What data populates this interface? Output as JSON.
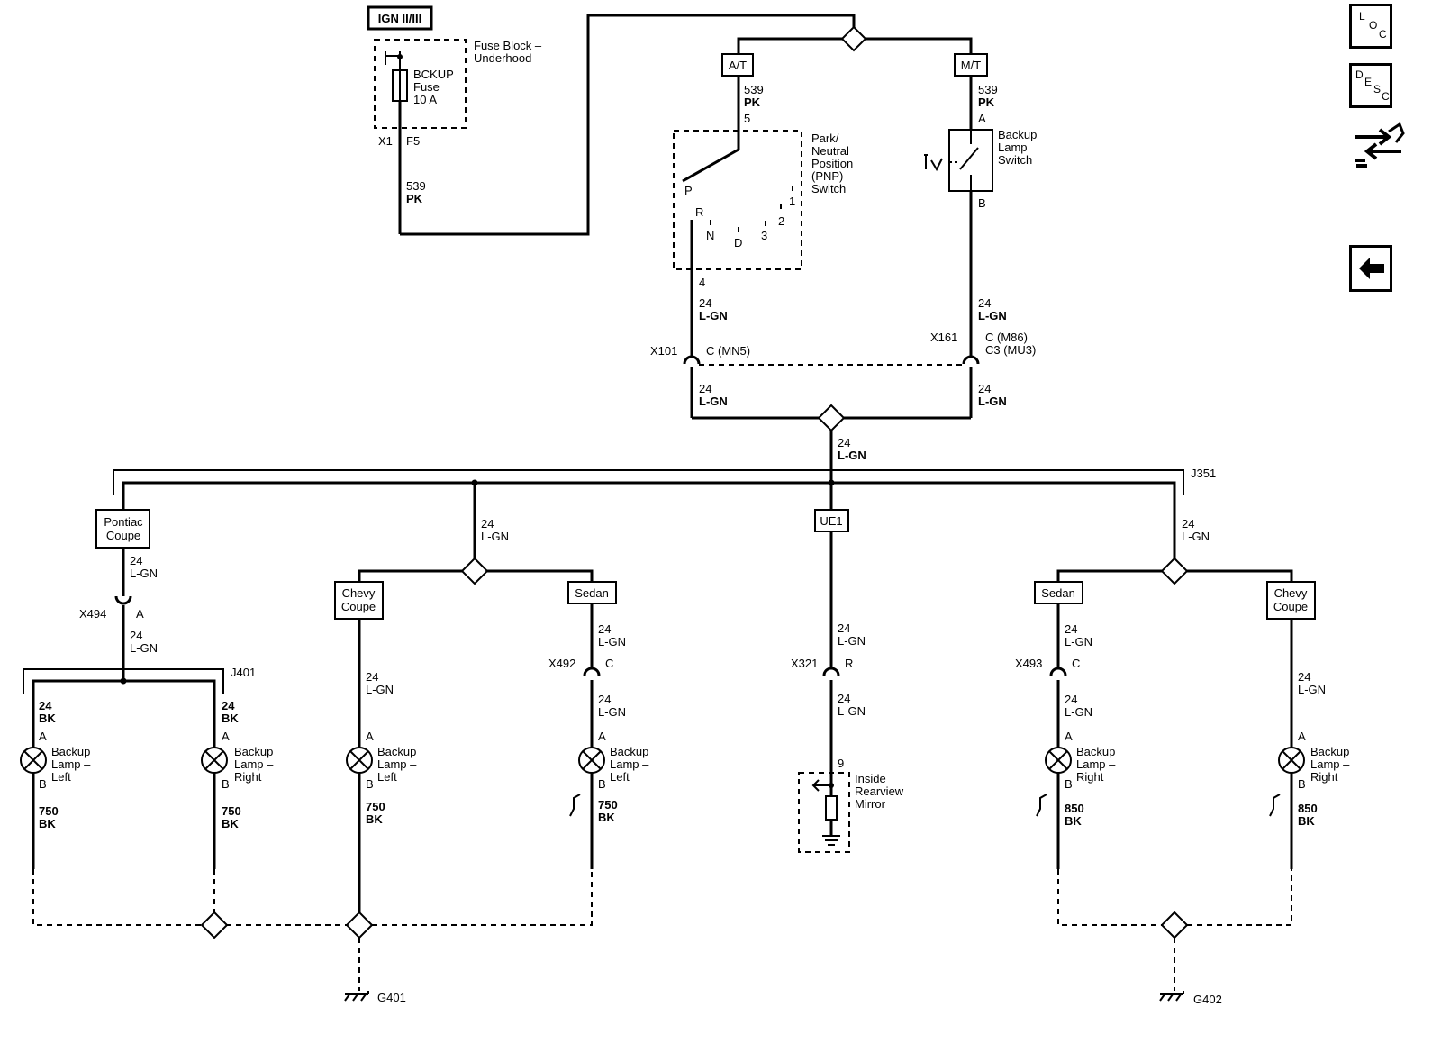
{
  "nav": {
    "loc": [
      "L",
      "O",
      "C"
    ],
    "desc": [
      "D",
      "E",
      "S",
      "C"
    ]
  },
  "power": {
    "ign": "IGN II/III",
    "fuse_block": [
      "Fuse Block –",
      "Underhood"
    ],
    "fuse": [
      "BCKUP",
      "Fuse",
      "10 A"
    ],
    "conn": "X1",
    "pin": "F5",
    "wire": [
      "539",
      "PK"
    ]
  },
  "at_branch": {
    "label": "A/T",
    "wire": [
      "539",
      "PK"
    ],
    "pin_top": "5",
    "switch_name": [
      "Park/",
      "Neutral",
      "Position",
      "(PNP)",
      "Switch"
    ],
    "positions": [
      "P",
      "R",
      "N",
      "D",
      "3",
      "2",
      "1"
    ],
    "pin_bottom": "4",
    "wire_after": [
      "24",
      "L-GN"
    ],
    "conn": "X101",
    "conn_pin": "C (MN5)",
    "wire_below": [
      "24",
      "L-GN"
    ]
  },
  "mt_branch": {
    "label": "M/T",
    "wire": [
      "539",
      "PK"
    ],
    "pin_top": "A",
    "switch_name": [
      "Backup",
      "Lamp",
      "Switch"
    ],
    "pin_bottom": "B",
    "wire_after": [
      "24",
      "L-GN"
    ],
    "conn": "X161",
    "conn_pin": [
      "C (M86)",
      "C3 (MU3)"
    ],
    "wire_below": [
      "24",
      "L-GN"
    ]
  },
  "trunk": {
    "wire": [
      "24",
      "L-GN"
    ],
    "splice": "J351"
  },
  "pontiac": {
    "label": [
      "Pontiac",
      "Coupe"
    ],
    "wire1": [
      "24",
      "L-GN"
    ],
    "conn": "X494",
    "conn_pin": "A",
    "wire2": [
      "24",
      "L-GN"
    ],
    "splice": "J401",
    "lamp_left": {
      "pin_a": "A",
      "wire_in": [
        "24",
        "BK"
      ],
      "name": [
        "Backup",
        "Lamp –",
        "Left"
      ],
      "pin_b": "B",
      "wire_out": [
        "750",
        "BK"
      ]
    },
    "lamp_right": {
      "pin_a": "A",
      "wire_in": [
        "24",
        "BK"
      ],
      "name": [
        "Backup",
        "Lamp –",
        "Right"
      ],
      "pin_b": "B",
      "wire_out": [
        "750",
        "BK"
      ]
    }
  },
  "left_group": {
    "wire": [
      "24",
      "L-GN"
    ],
    "chevy": {
      "label": [
        "Chevy",
        "Coupe"
      ],
      "wire": [
        "24",
        "L-GN"
      ],
      "pin_a": "A",
      "name": [
        "Backup",
        "Lamp –",
        "Left"
      ],
      "pin_b": "B",
      "wire_out": [
        "750",
        "BK"
      ]
    },
    "sedan": {
      "label": "Sedan",
      "wire1": [
        "24",
        "L-GN"
      ],
      "conn": "X492",
      "conn_pin": "C",
      "wire2": [
        "24",
        "L-GN"
      ],
      "pin_a": "A",
      "name": [
        "Backup",
        "Lamp –",
        "Left"
      ],
      "pin_b": "B",
      "wire_out": [
        "750",
        "BK"
      ]
    }
  },
  "mirror": {
    "label": "UE1",
    "wire1": [
      "24",
      "L-GN"
    ],
    "conn": "X321",
    "conn_pin": "R",
    "wire2": [
      "24",
      "L-GN"
    ],
    "pin": "9",
    "name": [
      "Inside",
      "Rearview",
      "Mirror"
    ]
  },
  "right_group": {
    "wire": [
      "24",
      "L-GN"
    ],
    "sedan": {
      "label": "Sedan",
      "wire1": [
        "24",
        "L-GN"
      ],
      "conn": "X493",
      "conn_pin": "C",
      "wire2": [
        "24",
        "L-GN"
      ],
      "pin_a": "A",
      "name": [
        "Backup",
        "Lamp –",
        "Right"
      ],
      "pin_b": "B",
      "wire_out": [
        "850",
        "BK"
      ]
    },
    "chevy": {
      "label": [
        "Chevy",
        "Coupe"
      ],
      "wire": [
        "24",
        "L-GN"
      ],
      "pin_a": "A",
      "name": [
        "Backup",
        "Lamp –",
        "Right"
      ],
      "pin_b": "B",
      "wire_out": [
        "850",
        "BK"
      ]
    }
  },
  "grounds": {
    "left": "G401",
    "right": "G402"
  }
}
